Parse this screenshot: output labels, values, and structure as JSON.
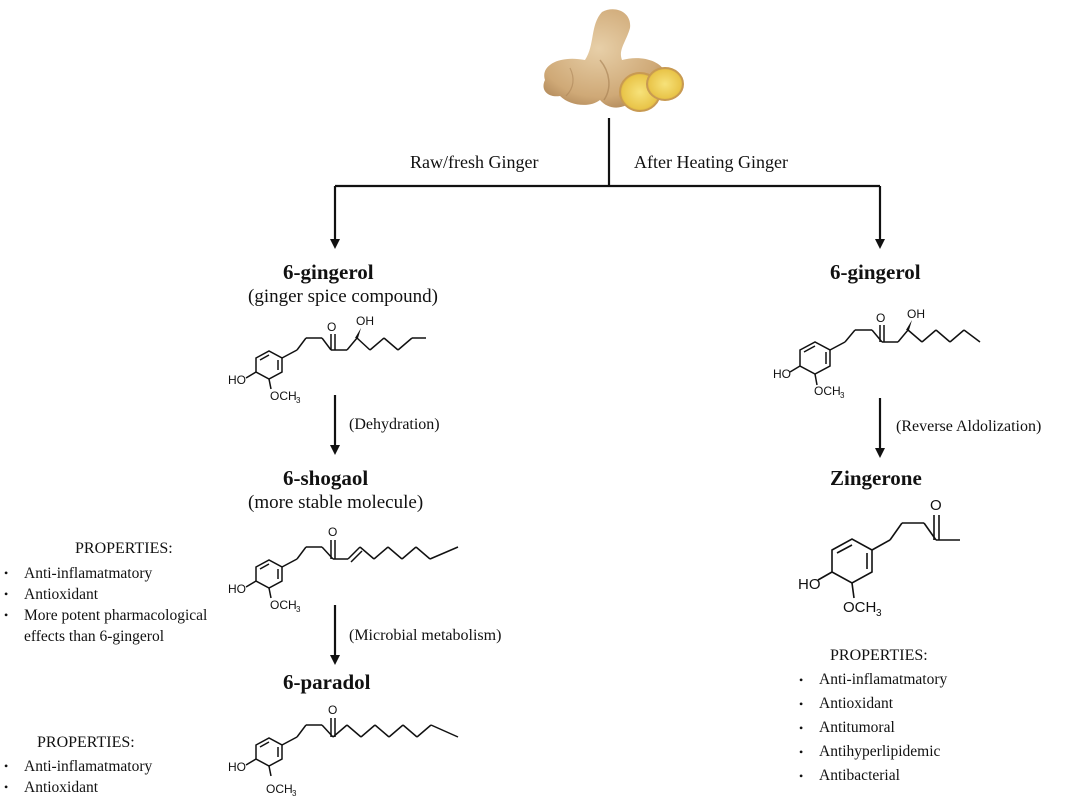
{
  "image": {
    "icon": "ginger-root-icon"
  },
  "branches": {
    "left_label": "Raw/fresh Ginger",
    "right_label": "After Heating Ginger"
  },
  "left": {
    "gingerol_title": "6-gingerol",
    "gingerol_sub": "(ginger spice compound)",
    "step1": "(Dehydration)",
    "shogaol_title": "6-shogaol",
    "shogaol_sub": "(more stable molecule)",
    "shogaol_props_head": "PROPERTIES:",
    "shogaol_props": [
      "Anti-inflamatmatory",
      "Antioxidant",
      "More potent pharmacological",
      "effects than 6-gingerol"
    ],
    "step2": "(Microbial metabolism)",
    "paradol_title": "6-paradol",
    "paradol_props_head": "PROPERTIES:",
    "paradol_props": [
      "Anti-inflamatmatory",
      "Antioxidant"
    ]
  },
  "right": {
    "gingerol_title": "6-gingerol",
    "step1": "(Reverse Aldolization)",
    "zingerone_title": "Zingerone",
    "props_head": "PROPERTIES:",
    "props": [
      "Anti-inflamatmatory",
      "Antioxidant",
      "Antitumoral",
      "Antihyperlipidemic",
      "Antibacterial"
    ]
  },
  "structure_labels": {
    "ho": "HO",
    "och3": "OCH",
    "sub3": "3",
    "o": "O",
    "oh": "OH"
  }
}
